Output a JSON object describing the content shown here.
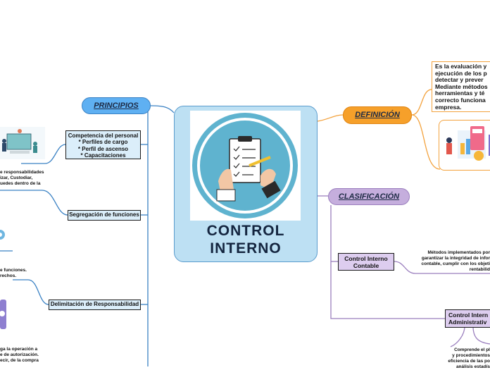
{
  "central": {
    "title_line1": "CONTROL",
    "title_line2": "INTERNO"
  },
  "principios": {
    "label": "PRINCIPIOS",
    "items": [
      {
        "label_lines": [
          "Competencia del personal",
          "* Perfiles de cargo",
          "* Perfil de ascenso",
          "* Capacitaciones"
        ]
      },
      {
        "label": "Segregación de funciones"
      },
      {
        "label": "Delimitación de Responsabilidad"
      }
    ],
    "notes": {
      "note1": [
        "e responsabilidades",
        "izar, Custodiar,",
        "uedes dentro de la"
      ],
      "note2": [
        "e funciones.",
        "rechos."
      ],
      "note3": [
        "ga la operación a",
        "e de autorización.",
        "ecir, de la compra"
      ]
    }
  },
  "definicion": {
    "label": "DEFINICIÓN",
    "text_lines": [
      "Es la evaluación y",
      "ejecución de los p",
      "detectar y prever",
      "Mediante métodos",
      "herramientas y té",
      "correcto funciona",
      "empresa."
    ]
  },
  "clasificacion": {
    "label": "CLASIFICACIÓN",
    "items": [
      {
        "label_lines": [
          "Control Interno",
          "Contable"
        ],
        "note_lines": [
          "Métodos implementados por",
          "garantizar la integridad de infor",
          "contable, cumplir con los objeti",
          "rentabilid"
        ]
      },
      {
        "label_lines": [
          "Control Intern",
          "Administrativ"
        ],
        "note_lines": [
          "Comprende el pl",
          "y procedimientos",
          "eficiencia de las po",
          "análisis estadís"
        ]
      }
    ]
  },
  "colors": {
    "principios_line": "#3b82c4",
    "definicion_line": "#f3a23d",
    "clasificacion_line": "#9b7fbe",
    "central_bg": "#bde0f3",
    "circle_ring": "#5fb3cf"
  },
  "icons": [
    "clipboard-checklist-icon",
    "team-meeting-icon",
    "gear-icon",
    "avatar-icon",
    "finance-people-icon"
  ]
}
